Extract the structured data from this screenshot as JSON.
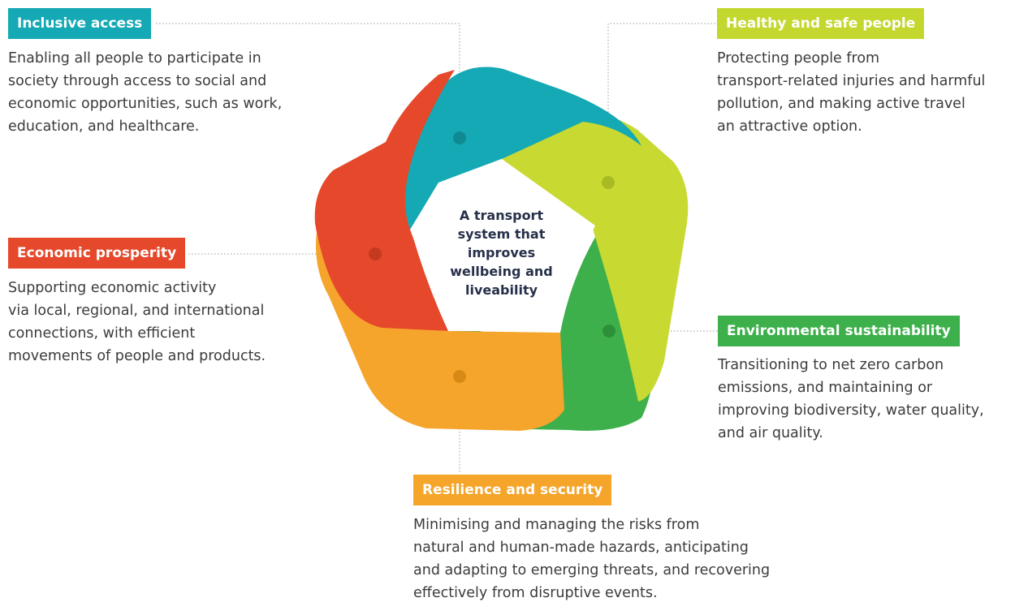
{
  "center": {
    "lines": [
      "A transport",
      "system that",
      "improves",
      "wellbeing and",
      "liveability"
    ]
  },
  "outcomes": {
    "inclusive": {
      "title": "Inclusive access",
      "color": "#14A9B4",
      "lines": [
        "Enabling all people to participate in",
        "society through access to social and",
        "economic opportunities, such as work,",
        "education, and healthcare."
      ]
    },
    "healthy": {
      "title": "Healthy and safe people",
      "color": "#C3D72E",
      "lines": [
        "Protecting people from",
        "transport-related injuries and harmful",
        "pollution, and making active travel",
        "an attractive option."
      ]
    },
    "economic": {
      "title": "Economic prosperity",
      "color": "#E5482A",
      "lines": [
        "Supporting economic activity",
        "via local, regional, and international",
        "connections, with efficient",
        "movements of people and products."
      ]
    },
    "environmental": {
      "title": "Environmental sustainability",
      "color": "#3DB04B",
      "lines": [
        "Transitioning to net zero carbon",
        "emissions, and maintaining or",
        "improving biodiversity, water quality,",
        "and air quality."
      ]
    },
    "resilience": {
      "title": "Resilience and security",
      "color": "#F4A52A",
      "lines": [
        "Minimising and managing the risks from",
        "natural and human-made hazards, anticipating",
        "and adapting to emerging threats, and recovering",
        "effectively from disruptive events."
      ]
    }
  }
}
